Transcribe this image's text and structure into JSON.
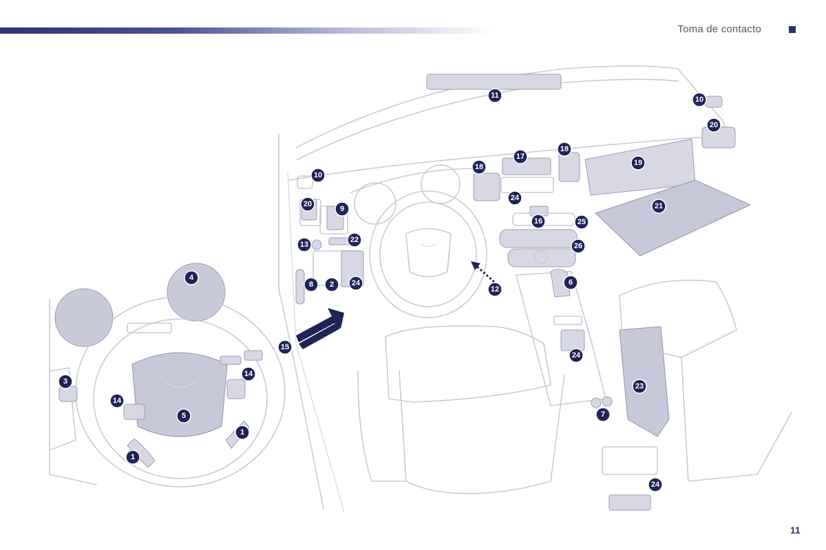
{
  "header": {
    "section_title": "Toma de contacto"
  },
  "footer": {
    "page_number": "11"
  },
  "colors": {
    "accent": "#2c3274",
    "callout_fill": "#1f2457",
    "highlight": "#c7c9da"
  },
  "callouts": [
    {
      "label": "1"
    },
    {
      "label": "1"
    },
    {
      "label": "2"
    },
    {
      "label": "3"
    },
    {
      "label": "4"
    },
    {
      "label": "5"
    },
    {
      "label": "6"
    },
    {
      "label": "7"
    },
    {
      "label": "8"
    },
    {
      "label": "9"
    },
    {
      "label": "10"
    },
    {
      "label": "10"
    },
    {
      "label": "11"
    },
    {
      "label": "12"
    },
    {
      "label": "13"
    },
    {
      "label": "14"
    },
    {
      "label": "14"
    },
    {
      "label": "15"
    },
    {
      "label": "16"
    },
    {
      "label": "17"
    },
    {
      "label": "18"
    },
    {
      "label": "18"
    },
    {
      "label": "19"
    },
    {
      "label": "20"
    },
    {
      "label": "20"
    },
    {
      "label": "21"
    },
    {
      "label": "22"
    },
    {
      "label": "23"
    },
    {
      "label": "24"
    },
    {
      "label": "24"
    },
    {
      "label": "24"
    },
    {
      "label": "24"
    },
    {
      "label": "25"
    },
    {
      "label": "26"
    }
  ]
}
